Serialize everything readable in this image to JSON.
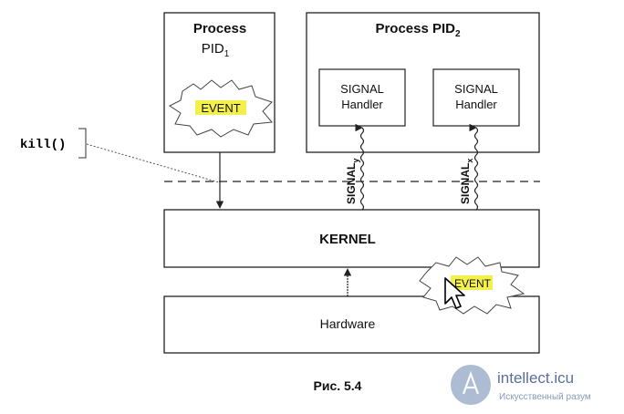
{
  "diagram": {
    "process1": {
      "title": "Process",
      "pid": "PID",
      "pid_sub": "1",
      "event": "EVENT"
    },
    "process2": {
      "title": "Process PID",
      "pid_sub": "2"
    },
    "handlers": [
      {
        "line1": "SIGNAL",
        "line2": "Handler"
      },
      {
        "line1": "SIGNAL",
        "line2": "Handler"
      }
    ],
    "signals": [
      {
        "label": "SIGNAL",
        "sub": "y"
      },
      {
        "label": "SIGNAL",
        "sub": "x"
      }
    ],
    "kill_call": "kill()",
    "kernel": "KERNEL",
    "hardware": "Hardware",
    "hardware_event": "EVENT",
    "caption": "Рис. 5.4"
  },
  "watermark": {
    "brand": "intellect.icu",
    "tagline": "Искусственный разум"
  },
  "colors": {
    "highlight": "#f4f04a",
    "line": "#222222",
    "logo": "#4a6a9c"
  }
}
